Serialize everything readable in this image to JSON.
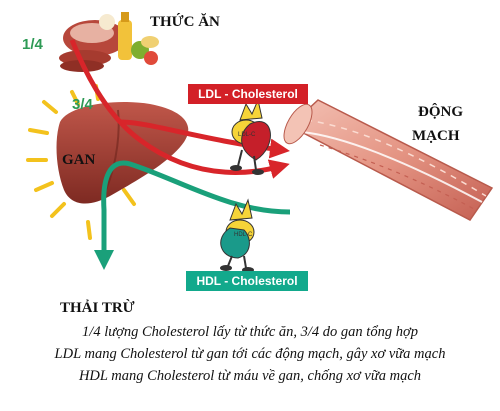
{
  "labels": {
    "food": "THỨC ĂN",
    "food_fraction": "1/4",
    "liver": "GAN",
    "liver_fraction": "3/4",
    "excretion": "THẢI TRỪ",
    "artery_line1": "ĐỘNG",
    "artery_line2": "MẠCH",
    "ldl_badge": "LDL - Cholesterol",
    "hdl_badge": "HDL - Cholesterol",
    "ldl_char_text": "LDL-C",
    "hdl_char_text": "HDL-C"
  },
  "captions": [
    "1/4 lượng Cholesterol lấy từ thức ăn, 3/4 do gan tổng hợp",
    "LDL mang Cholesterol từ gan tới các động mạch, gây xơ vữa mạch",
    "HDL mang Cholesterol từ máu về gan, chống xơ vữa mạch"
  ],
  "colors": {
    "red_arrow": "#d8252a",
    "green_arrow": "#1aa07a",
    "fraction_green": "#2e9a55",
    "ldl_badge_bg": "#d32027",
    "hdl_badge_bg": "#12a98c",
    "liver": "#9e3a2e",
    "artery": "#e8a090",
    "sun_rays": "#f3c21d"
  }
}
